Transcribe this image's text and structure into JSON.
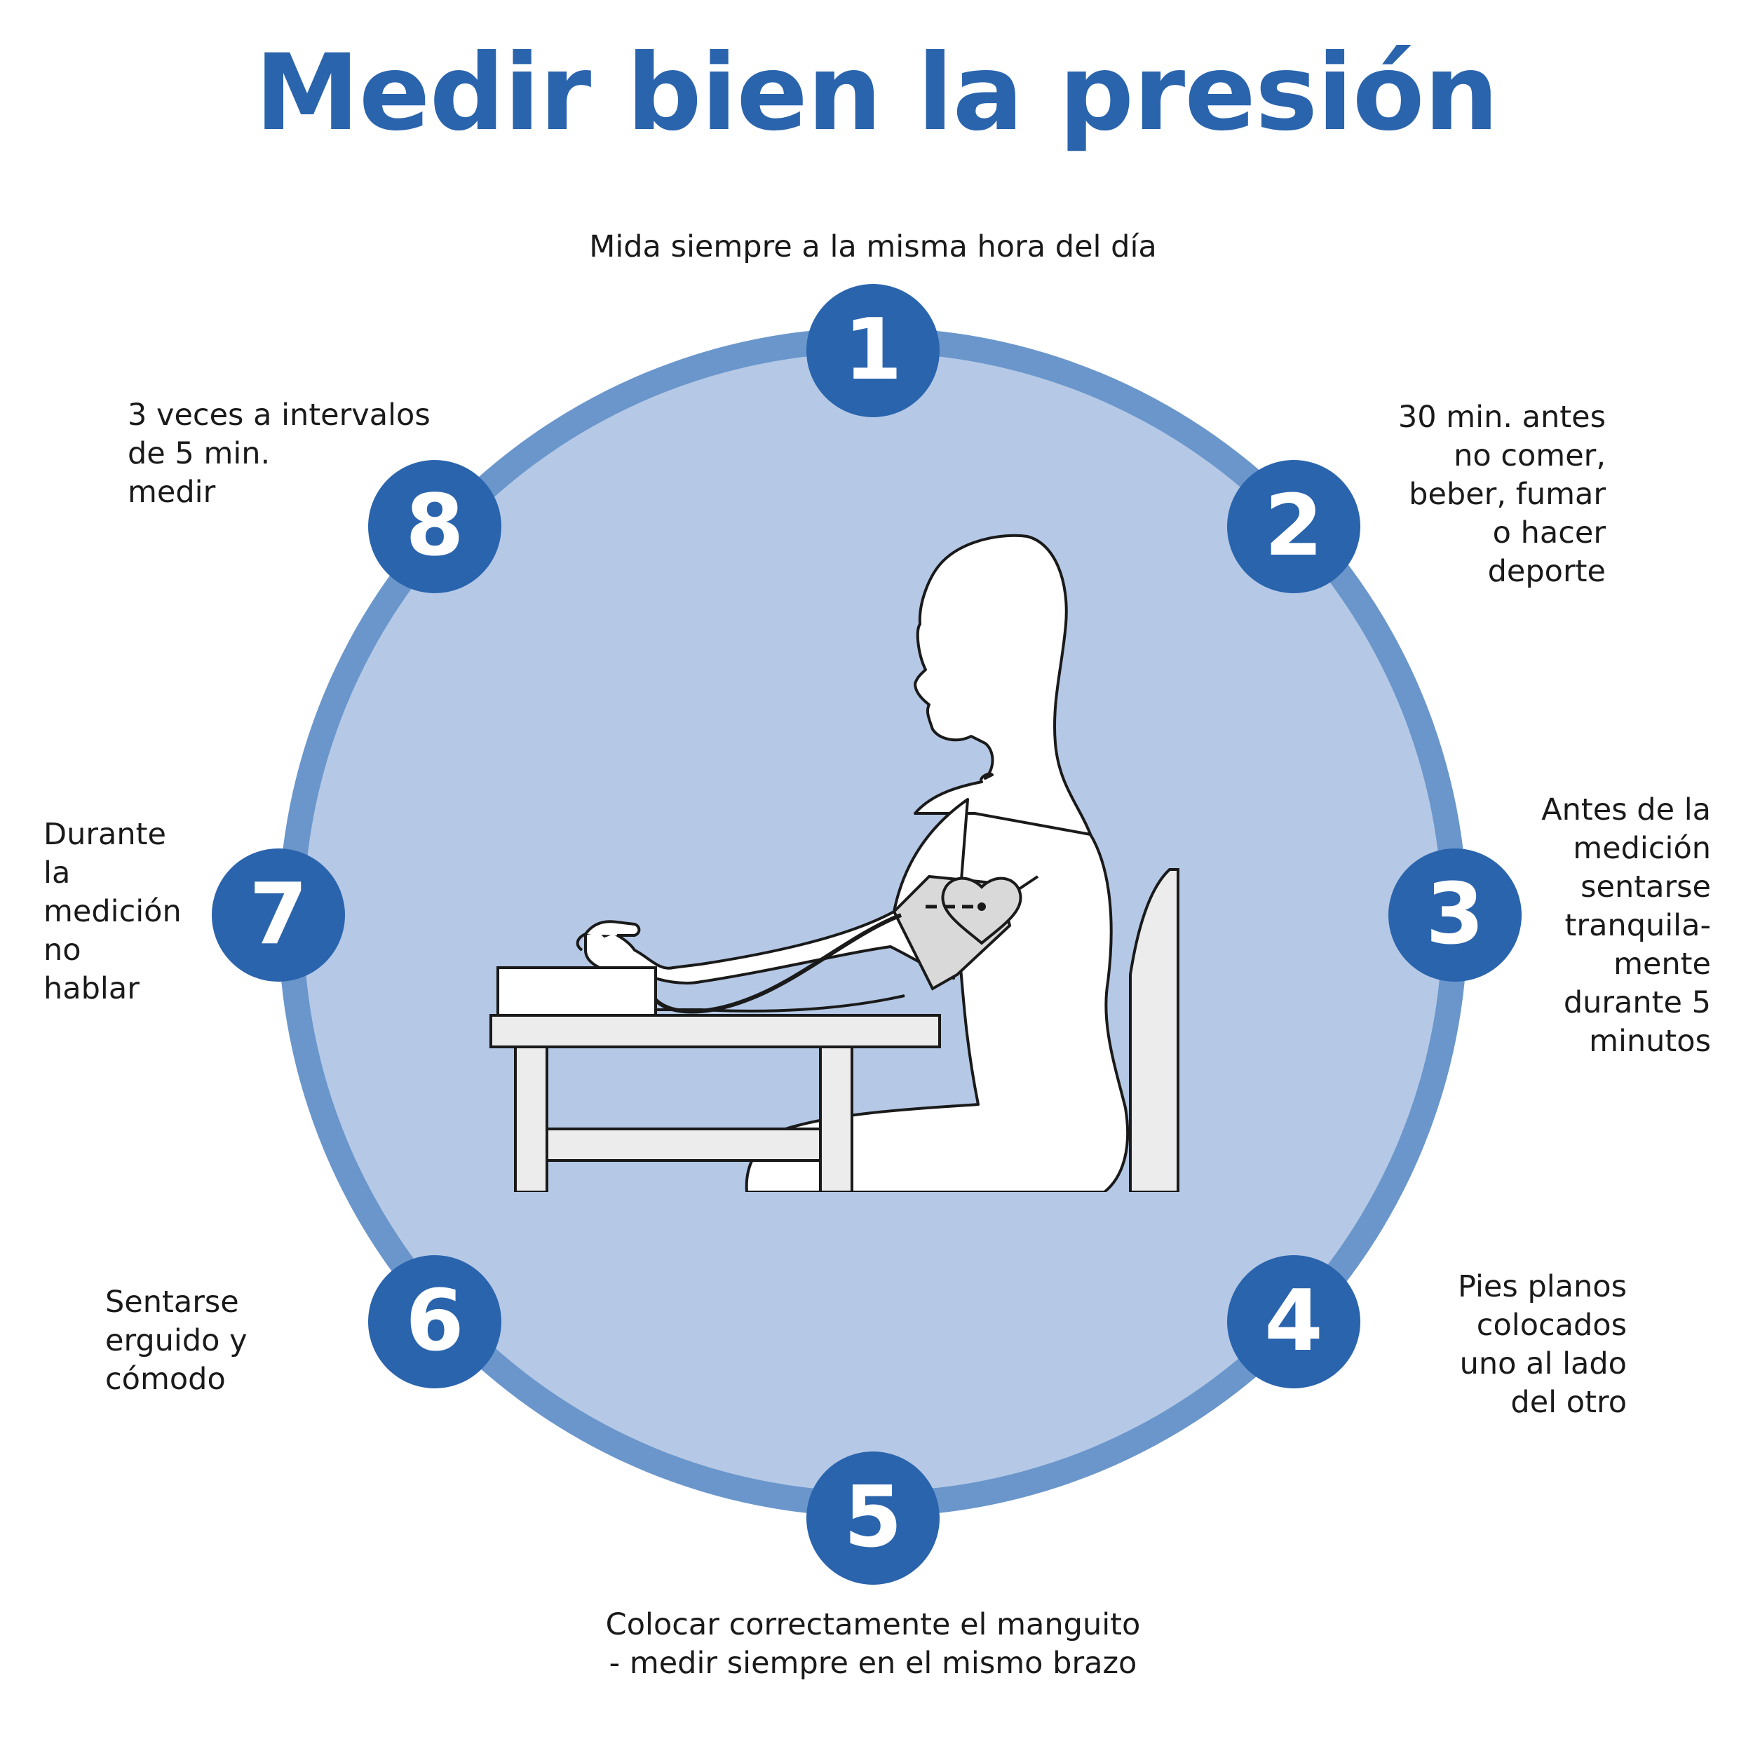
{
  "title": "Medir bien la presión",
  "colors": {
    "accent": "#2a64ad",
    "ring": "#6a96cb",
    "circle_fill": "#b5c9e6",
    "figure_fill": "#ffffff",
    "furniture_fill": "#ececec",
    "cuff_fill": "#d9d9d9",
    "line": "#1a1a1a"
  },
  "steps": [
    {
      "number": "1",
      "text": "Mida siempre a la misma hora del día"
    },
    {
      "number": "2",
      "text": "30 min. antes\nno comer,\nbeber, fumar\no hacer\ndeporte"
    },
    {
      "number": "3",
      "text": "Antes de la\nmedición\nsentarse\ntranquila-\nmente\ndurante 5\nminutos"
    },
    {
      "number": "4",
      "text": "Pies planos\ncolocados\nuno al lado\ndel otro"
    },
    {
      "number": "5",
      "text": "Colocar correctamente el manguito\n- medir siempre en el mismo brazo"
    },
    {
      "number": "6",
      "text": "Sentarse\nerguido y\ncómodo"
    },
    {
      "number": "7",
      "text": "Durante\nla\nmedición\nno\nhablar"
    },
    {
      "number": "8",
      "text": "3 veces a intervalos\nde 5 min.\nmedir"
    }
  ],
  "illustration": {
    "icons": [
      "person-seated-icon",
      "blood-pressure-monitor-icon",
      "heart-icon",
      "table-icon",
      "chair-icon"
    ]
  }
}
